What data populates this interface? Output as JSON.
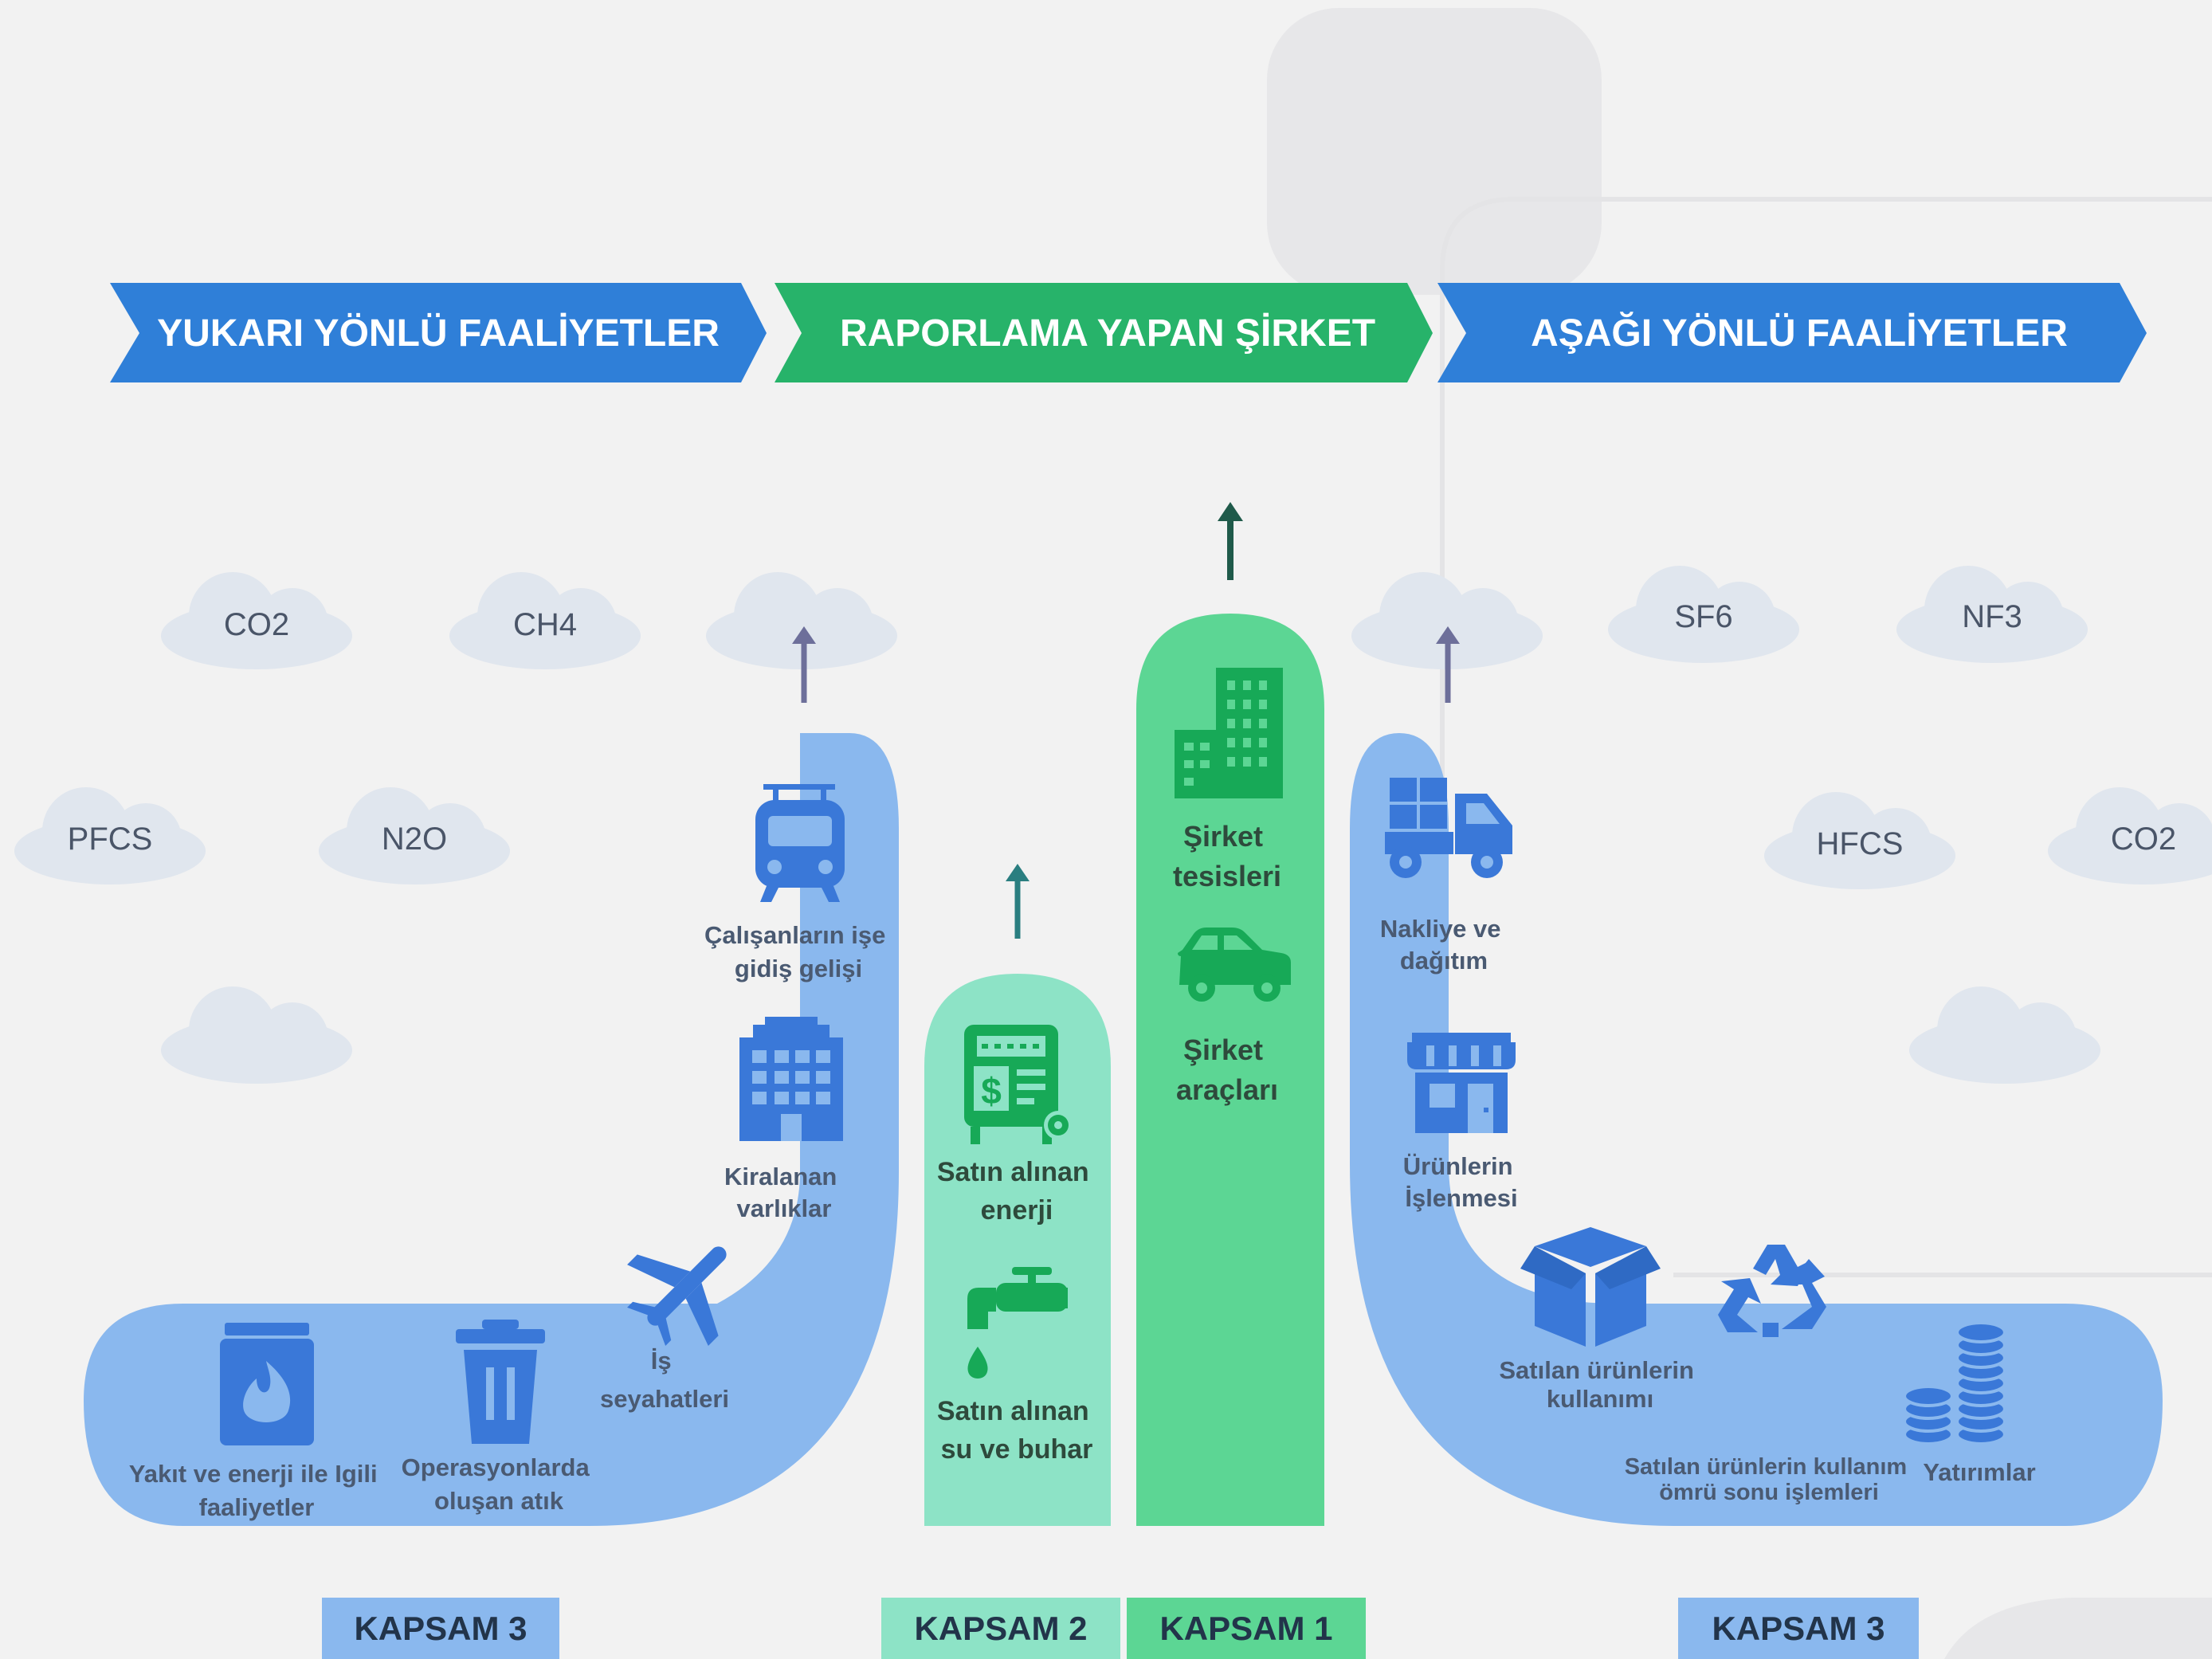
{
  "banners": {
    "upstream": "YUKARI YÖNLÜ FAALİYETLER",
    "company": "RAPORLAMA YAPAN ŞİRKET",
    "downstream": "AŞAĞI YÖNLÜ FAALİYETLER"
  },
  "gases": {
    "co2_left": "CO2",
    "ch4": "CH4",
    "pfcs": "PFCS",
    "n2o": "N2O",
    "sf6": "SF6",
    "nf3": "NF3",
    "hfcs": "HFCS",
    "co2_right": "CO2"
  },
  "upstream_items": {
    "commute": [
      "Çalışanların işe",
      "gidiş gelişi"
    ],
    "leased": [
      "Kiralanan",
      "varlıklar"
    ],
    "travel": [
      "İş",
      "seyahatleri"
    ],
    "waste": [
      "Operasyonlarda",
      "oluşan atık"
    ],
    "fuel": [
      "Yakıt ve enerji ile Igili",
      "faaliyetler"
    ]
  },
  "scope2_items": {
    "energy": [
      "Satın alınan",
      "enerji"
    ],
    "water": [
      "Satın alınan",
      "su ve buhar"
    ]
  },
  "scope1_items": {
    "facilities": [
      "Şirket",
      "tesisleri"
    ],
    "vehicles": [
      "Şirket",
      "araçları"
    ]
  },
  "downstream_items": {
    "transport": [
      "Nakliye ve",
      "dağıtım"
    ],
    "processing": [
      "Ürünlerin",
      "İşlenmesi"
    ],
    "use": [
      "Satılan ürünlerin",
      "kullanımı"
    ],
    "end_of_life": [
      "Satılan ürünlerin kullanım",
      "ömrü sonu işlemleri"
    ],
    "investments": [
      "Yatırımlar"
    ]
  },
  "scopes": {
    "scope3_left": "KAPSAM 3",
    "scope2": "KAPSAM 2",
    "scope1": "KAPSAM 1",
    "scope3_right": "KAPSAM 3"
  },
  "colors": {
    "upstream_band": "#8ab8ee",
    "icon_blue": "#3a78d8",
    "scope2_band": "#8de3c6",
    "scope1_band": "#5cd694",
    "icon_green": "#17a957",
    "banner_blue": "#2f7fd8",
    "banner_green": "#27b36a"
  }
}
